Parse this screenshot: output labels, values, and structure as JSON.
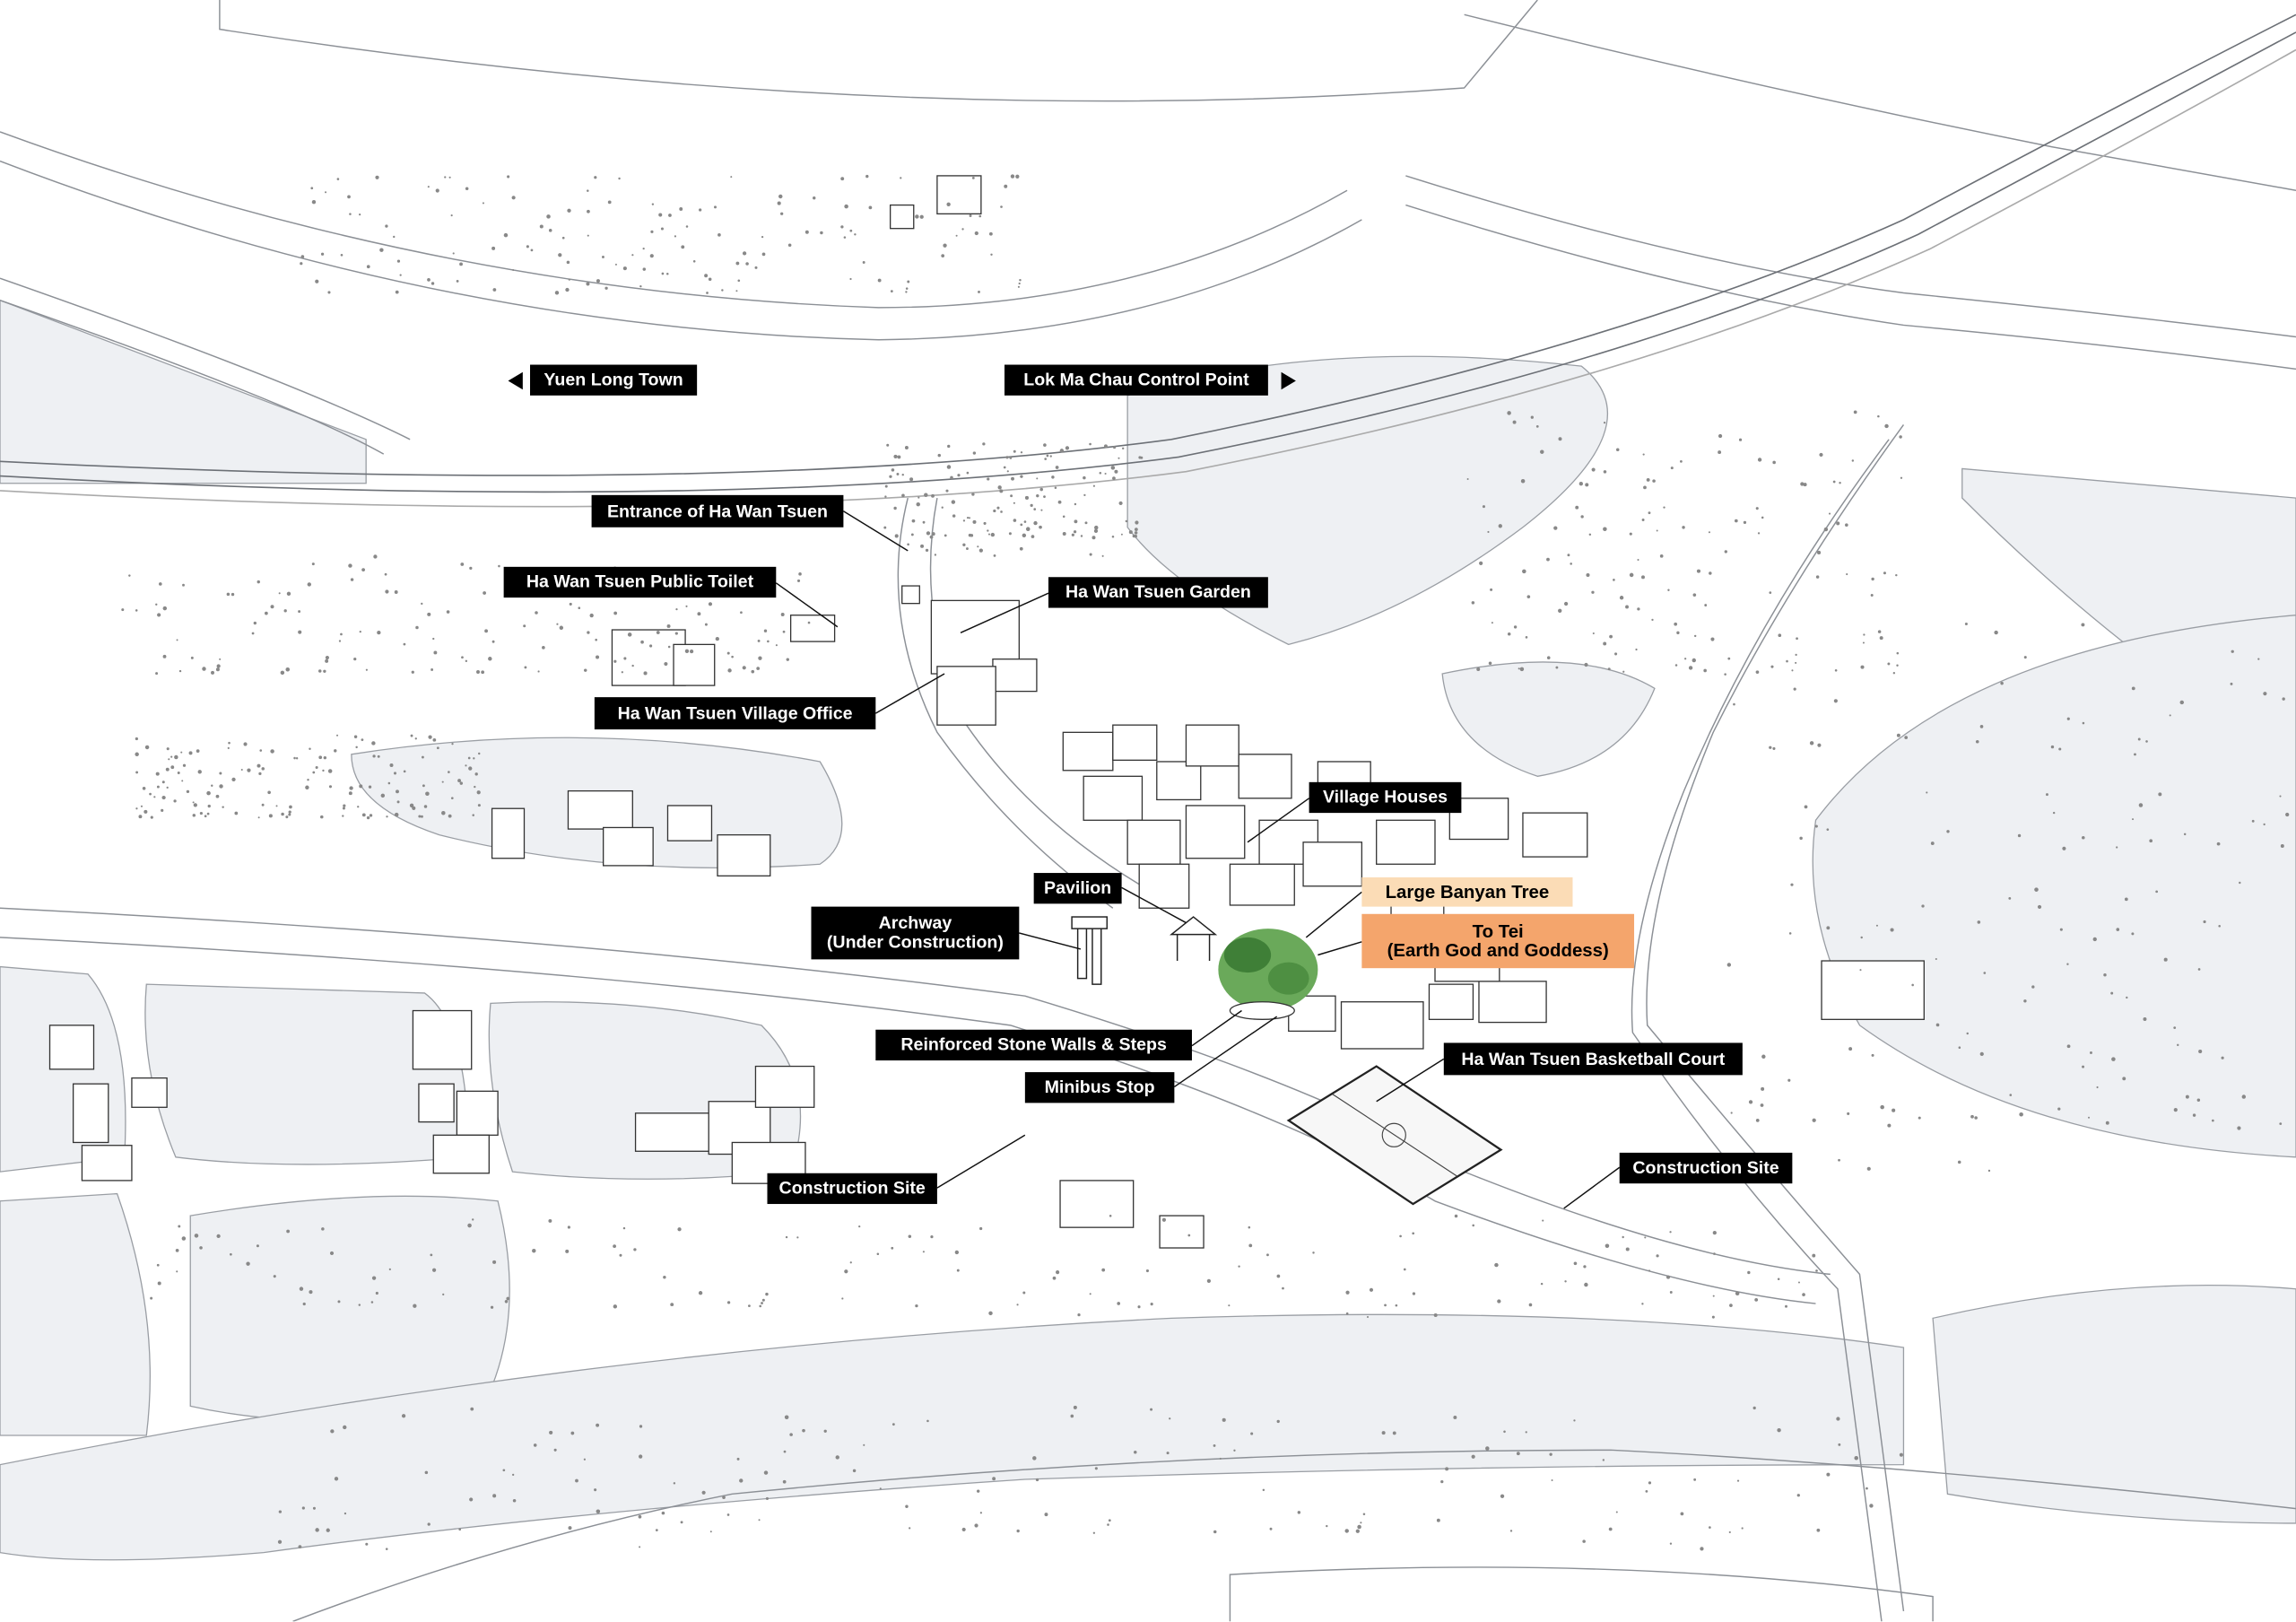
{
  "directions": {
    "left": {
      "label": "Yuen Long Town",
      "icon": "arrow-left-icon"
    },
    "right": {
      "label": "Lok Ma Chau Control Point",
      "icon": "arrow-right-icon"
    }
  },
  "labels": {
    "entrance": "Entrance of Ha Wan Tsuen",
    "toilet": "Ha Wan Tsuen Public Toilet",
    "garden": "Ha Wan Tsuen Garden",
    "village_office": "Ha Wan Tsuen Village Office",
    "village_houses": "Village Houses",
    "pavilion": "Pavilion",
    "archway_line1": "Archway",
    "archway_line2": "(Under Construction)",
    "stone_walls": "Reinforced Stone Walls & Steps",
    "minibus": "Minibus Stop",
    "basketball": "Ha Wan Tsuen Basketball Court",
    "construction_left": "Construction Site",
    "construction_right": "Construction Site"
  },
  "highlights": {
    "banyan": {
      "label": "Large Banyan Tree",
      "color": "#fbdcb6"
    },
    "to_tei": {
      "line1": "To Tei",
      "line2": "(Earth God and Goddess)",
      "color": "#f4a56c"
    }
  },
  "colors": {
    "label_bg": "#000000",
    "label_text": "#ffffff",
    "water": "#eef0f3",
    "tree": "#5a9a4a"
  }
}
